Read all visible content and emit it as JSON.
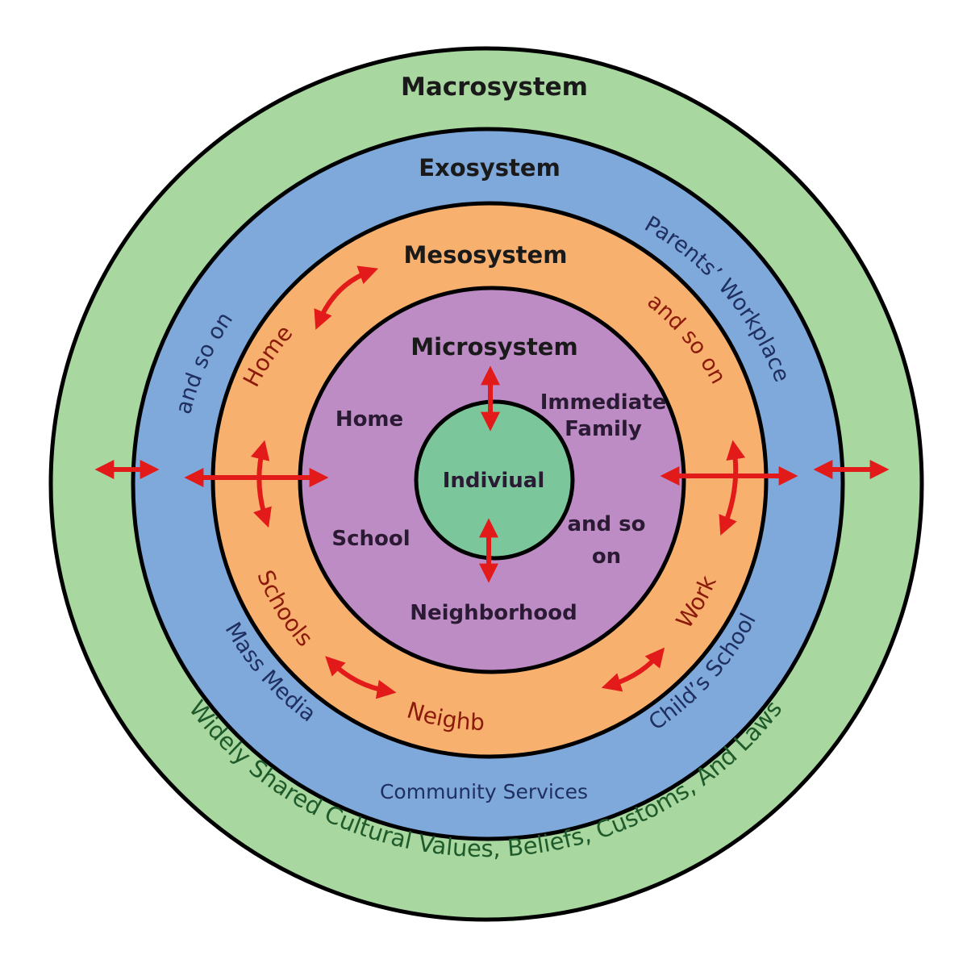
{
  "colors": {
    "macrosystem": "#a8d7a0",
    "exosystem": "#7fa8db",
    "mesosystem": "#f7b06e",
    "microsystem": "#be8cc5",
    "individual": "#7cc69b",
    "arrow": "#e31a1a",
    "exo_text": "#1f2f60",
    "meso_text": "#8b1a0a",
    "macro_text": "#1f5a2a"
  },
  "macrosystem": {
    "title": "Macrosystem",
    "curved_label": "Widely Shared Cultural Values, Beliefs, Customs, And Laws"
  },
  "exosystem": {
    "title": "Exosystem",
    "labels": {
      "and_so_on": "and so on",
      "parents_workplace": "Parents’ Workplace",
      "mass_media": "Mass Media",
      "childs_school": "Child’s School",
      "community_services": "Community Services"
    }
  },
  "mesosystem": {
    "title": "Mesosystem",
    "labels": {
      "home": "Home",
      "and_so_on": "and so on",
      "schools": "Schools",
      "work": "Work",
      "neighborhood": "Neighborhood"
    }
  },
  "microsystem": {
    "title": "Microsystem",
    "labels": {
      "home": "Home",
      "immediate": "Immediate",
      "family": "Family",
      "school": "School",
      "and_so": "and so",
      "on": "on",
      "neighborhood": "Neighborhood"
    }
  },
  "individual": {
    "label": "Indiviual"
  }
}
